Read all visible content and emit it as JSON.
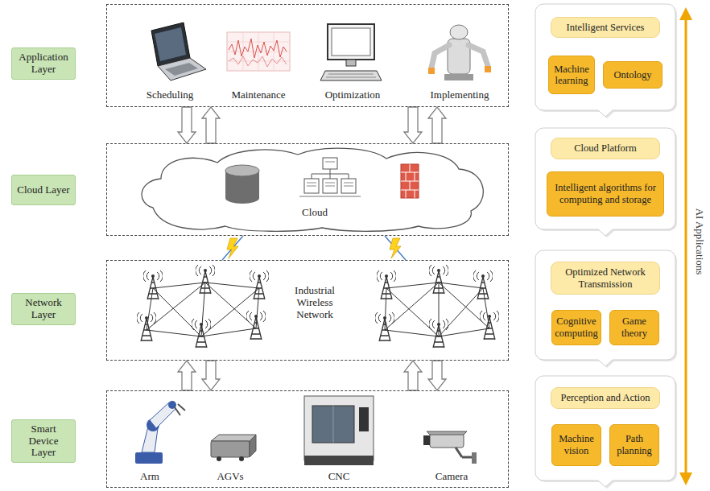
{
  "diagram": {
    "nodes": [
      {
        "text": [
          "Application Layer"
        ]
      },
      {
        "text": [
          "Scheduling",
          "Maintenance",
          "Optimization",
          "Implementing"
        ]
      },
      {
        "text": [
          "Intelligent Services"
        ]
      },
      {
        "text": [
          "Machine learning"
        ],
        "in": 2
      },
      {
        "text": [
          "Ontology"
        ],
        "in": 2
      },
      {
        "text": [
          "Cloud Layer"
        ]
      },
      {
        "text": [
          "Cloud"
        ]
      },
      {
        "text": [
          "Cloud Platform"
        ]
      },
      {
        "text": [
          "Intelligent algorithms for computing and storage"
        ],
        "in": 7
      },
      {
        "text": [
          "Network Layer"
        ]
      },
      {
        "text": [
          "Industrial Wireless Network"
        ]
      },
      {
        "text": [
          "Optimized Network Transmission"
        ]
      },
      {
        "text": [
          "Cognitive computing"
        ],
        "in": 11
      },
      {
        "text": [
          "Game theory"
        ],
        "in": 11
      },
      {
        "text": [
          "Smart Device Layer"
        ]
      },
      {
        "text": [
          "Arm",
          "AGVs",
          "CNC",
          "Camera"
        ]
      },
      {
        "text": [
          "Perception and Action"
        ]
      },
      {
        "text": [
          "Machine vision"
        ],
        "in": 16
      },
      {
        "text": [
          "Path planning"
        ],
        "in": 16
      }
    ],
    "edges": [
      {
        "from": 1,
        "to": 6,
        "arrow": "to"
      },
      {
        "from": 6,
        "to": 1,
        "arrow": "to"
      },
      {
        "from": 1,
        "to": 6,
        "arrow": "to"
      },
      {
        "from": 6,
        "to": 1,
        "arrow": "to"
      },
      {
        "from": 6,
        "to": 10,
        "arrow": "none"
      },
      {
        "from": 6,
        "to": 10,
        "arrow": "none"
      },
      {
        "from": 15,
        "to": 10,
        "arrow": "to"
      },
      {
        "from": 10,
        "to": 15,
        "arrow": "to"
      },
      {
        "from": 15,
        "to": 10,
        "arrow": "to"
      },
      {
        "from": 10,
        "to": 15,
        "arrow": "to"
      }
    ],
    "labels": [
      "AI Applications"
    ]
  }
}
